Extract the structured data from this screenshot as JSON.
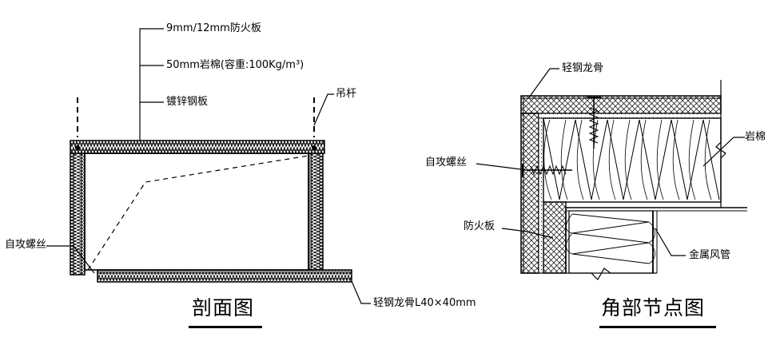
{
  "section_view": {
    "title": "剖面图",
    "labels": {
      "fireproof_board": "9mm/12mm防火板",
      "rock_wool": "50mm岩棉(容重:100Kg/m³)",
      "galvanized_sheet": "镀锌钢板",
      "hanger_rod": "吊杆",
      "self_tapping_screw": "自攻螺丝",
      "light_steel_keel": "轻钢龙骨L40×40mm"
    }
  },
  "corner_detail": {
    "title": "角部节点图",
    "labels": {
      "light_steel_keel": "轻钢龙骨",
      "rock_wool": "岩棉",
      "self_tapping_screw": "自攻螺丝",
      "fireproof_board": "防火板",
      "metal_duct": "金属风管"
    }
  }
}
